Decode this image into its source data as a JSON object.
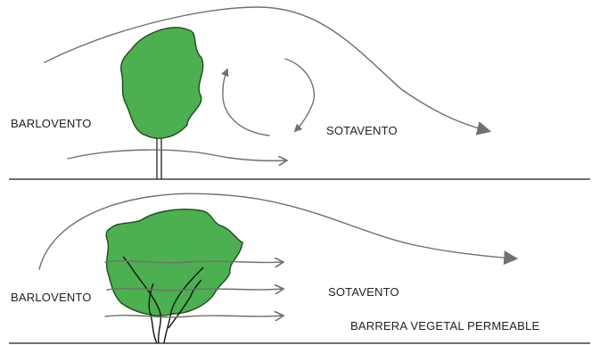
{
  "top_diagram": {
    "windward_label": "BARLOVENTO",
    "leeward_label": "SOTAVENTO"
  },
  "bottom_diagram": {
    "windward_label": "BARLOVENTO",
    "leeward_label": "SOTAVENTO",
    "caption": "BARRERA VEGETAL PERMEABLE"
  },
  "colors": {
    "foliage": "#4caf50",
    "foliage_outline": "#1f4a22",
    "wind_arrow": "#707070",
    "ground": "#1a1a1a"
  }
}
